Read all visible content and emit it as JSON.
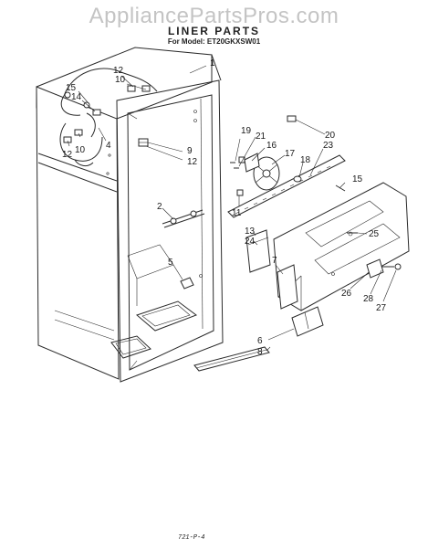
{
  "watermark": "AppliancePartsPros.com",
  "title": "LINER PARTS",
  "subtitle": "For Model: ET20GKXSW01",
  "footer": "721-P-4",
  "callouts": [
    "1",
    "12",
    "10",
    "15",
    "14",
    "4",
    "12",
    "10",
    "9",
    "12",
    "19",
    "21",
    "16",
    "17",
    "18",
    "20",
    "23",
    "15",
    "2",
    "11",
    "13",
    "24",
    "25",
    "7",
    "5",
    "26",
    "28",
    "27",
    "6",
    "8"
  ]
}
